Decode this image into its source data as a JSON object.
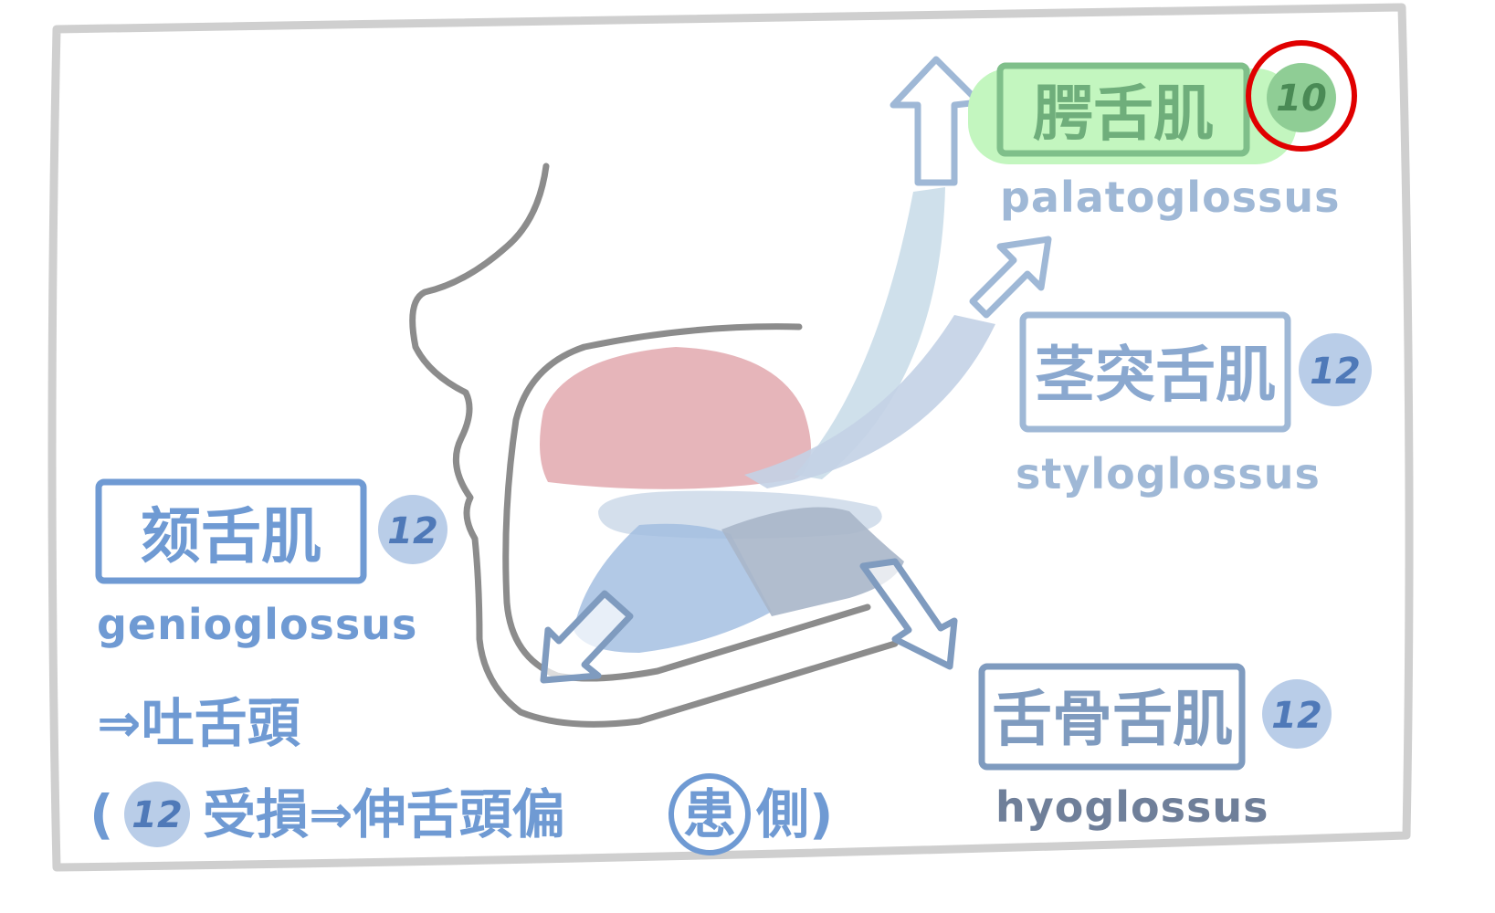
{
  "colors": {
    "frame": "#cfcfcf",
    "anatomy": "#8c8c8c",
    "ink_blue": "#6f9ad3",
    "ink_dark_blue": "#4f79b8",
    "ink_muted": "#7f9bbf",
    "ink_green": "#6fae7b",
    "number_bubble": "#b9cde8",
    "green_highlight": "#c3f6bf",
    "green_bubble": "#8fcd95",
    "red_circle": "#e00000",
    "palate_red": "#e2a8ae",
    "tongue_blue": "#9fbbe0",
    "tongue_slate": "#a9b6c9",
    "arrow_light": "#c7dbe8"
  },
  "muscles": {
    "palatoglossus": {
      "cjk": "腭舌肌",
      "name": "palatoglossus",
      "nerve": "10"
    },
    "styloglossus": {
      "cjk": "茎突舌肌",
      "name": "styloglossus",
      "nerve": "12"
    },
    "genioglossus": {
      "cjk": "颏舌肌",
      "name": "genioglossus",
      "nerve": "12"
    },
    "hyoglossus": {
      "cjk": "舌骨舌肌",
      "name": "hyoglossus",
      "nerve": "12"
    }
  },
  "notes": {
    "action": "⇒吐舌頭",
    "lesion_open": "(",
    "lesion_nerve": "12",
    "lesion_text": "受損⇒伸舌頭偏",
    "lesion_side": "患",
    "lesion_close": "側)"
  }
}
